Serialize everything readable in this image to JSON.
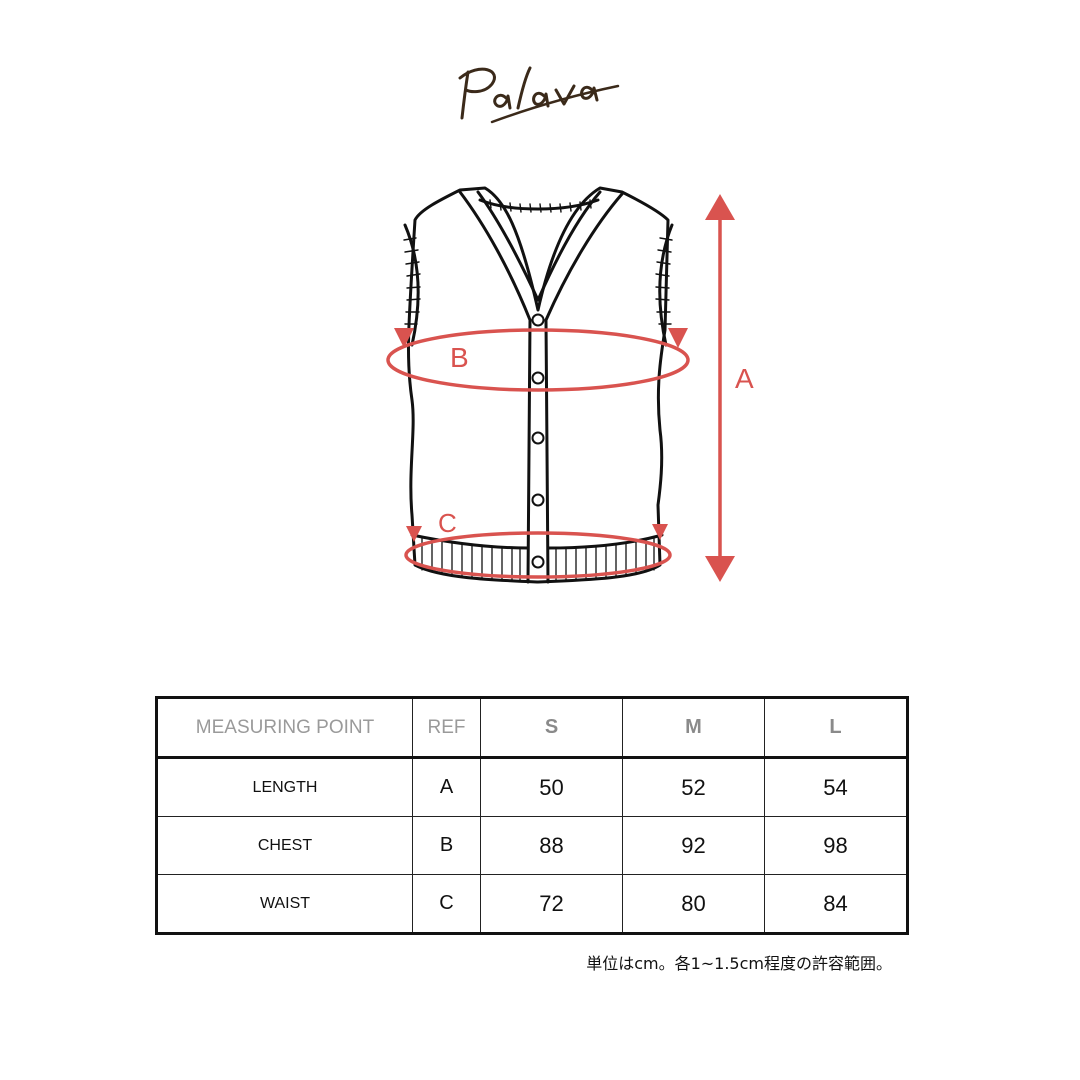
{
  "brand": {
    "logo_text": "Palava"
  },
  "diagram": {
    "icon": "vest-cardigan-illustration",
    "labels": {
      "a": "A",
      "b": "B",
      "c": "C"
    },
    "accent_color": "#d9534f"
  },
  "table": {
    "headers": {
      "measuring_point": "MEASURING POINT",
      "ref": "REF",
      "s": "S",
      "m": "M",
      "l": "L"
    },
    "rows": [
      {
        "point": "LENGTH",
        "ref": "A",
        "s": "50",
        "m": "52",
        "l": "54"
      },
      {
        "point": "CHEST",
        "ref": "B",
        "s": "88",
        "m": "92",
        "l": "98"
      },
      {
        "point": "WAIST",
        "ref": "C",
        "s": "72",
        "m": "80",
        "l": "84"
      }
    ]
  },
  "note": "単位はcm。各1~1.5cm程度の許容範囲。"
}
